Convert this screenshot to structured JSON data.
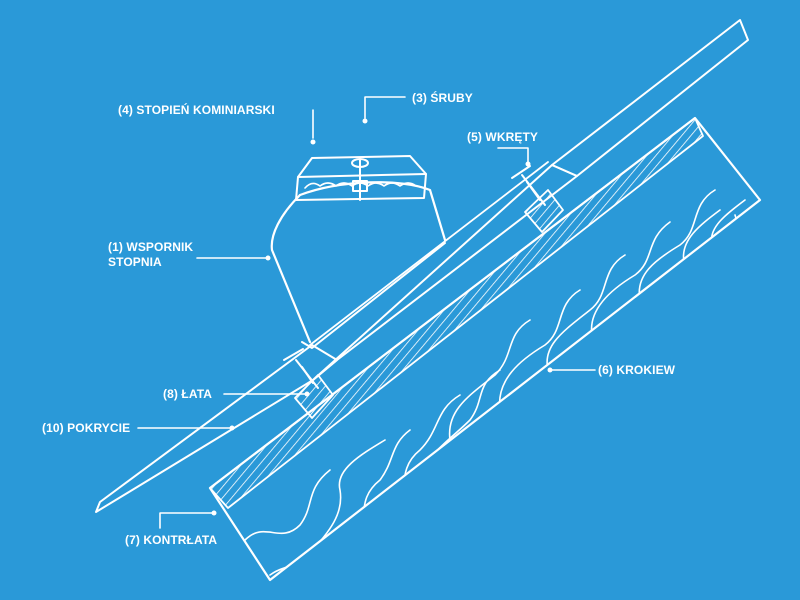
{
  "background_color": "#2a99d8",
  "line_color": "#ffffff",
  "labels": {
    "stopien": "(4) STOPIEŃ KOMINIARSKI",
    "sruby": "(3) ŚRUBY",
    "wkrety": "(5) WKRĘTY",
    "wspornik_line1": "(1) WSPORNIK",
    "wspornik_line2": "STOPNIA",
    "lata": "(8) ŁATA",
    "pokrycie": "(10) POKRYCIE",
    "krokiew": "(6) KROKIEW",
    "kontrlata": "(7) KONTRŁATA"
  }
}
